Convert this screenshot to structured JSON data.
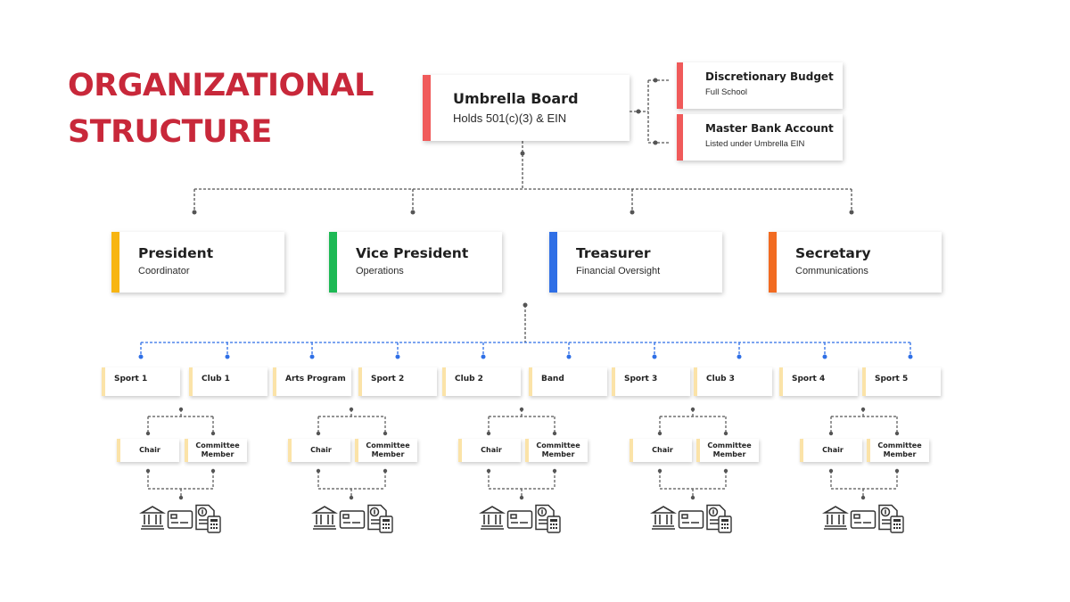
{
  "title": {
    "line1": "ORGANIZATIONAL",
    "line2": "STRUCTURE"
  },
  "umbrella": {
    "title": "Umbrella Board",
    "subtitle": "Holds 501(c)(3) & EIN"
  },
  "side_nodes": [
    {
      "title": "Discretionary Budget",
      "subtitle": "Full School"
    },
    {
      "title": "Master Bank Account",
      "subtitle": "Listed under Umbrella EIN"
    }
  ],
  "officers": [
    {
      "title": "President",
      "subtitle": "Coordinator",
      "color": "#f7b512"
    },
    {
      "title": "Vice President",
      "subtitle": "Operations",
      "color": "#1db954"
    },
    {
      "title": "Treasurer",
      "subtitle": "Financial Oversight",
      "color": "#2f6fe6"
    },
    {
      "title": "Secretary",
      "subtitle": "Communications",
      "color": "#f26b21"
    }
  ],
  "units": [
    "Sport 1",
    "Club 1",
    "Arts Program",
    "Sport 2",
    "Club 2",
    "Band",
    "Sport 3",
    "Club 3",
    "Sport 4",
    "Sport 5"
  ],
  "groups": [
    {
      "chair": "Chair",
      "committee": "Committee Member"
    },
    {
      "chair": "Chair",
      "committee": "Committee Member"
    },
    {
      "chair": "Chair",
      "committee": "Committee Member"
    },
    {
      "chair": "Chair",
      "committee": "Committee Member"
    },
    {
      "chair": "Chair",
      "committee": "Committee Member"
    }
  ],
  "group_icons": [
    "bank-icon",
    "credit-card-icon",
    "invoice-icon",
    "calculator-icon"
  ],
  "colors": {
    "title": "#c8283a",
    "umbrella_accent": "#f05a5a",
    "blue_connector": "#2f6fe6",
    "unit_accent": "#fbe3a8"
  }
}
